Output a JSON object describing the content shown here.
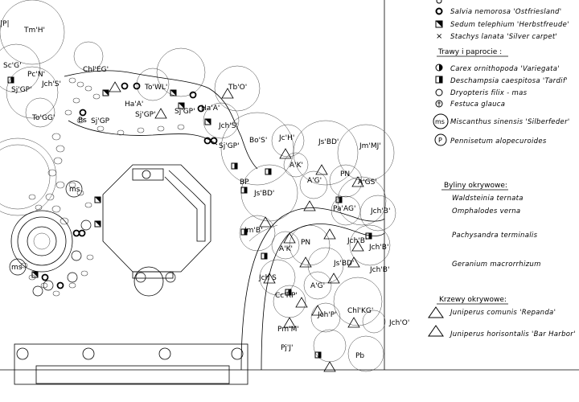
{
  "legend": {
    "top_items": [
      {
        "symbol": "bullet",
        "text": "Salvia nemorosa 'Ostfriesland'"
      },
      {
        "symbol": "half-square-icon",
        "text": "Sedum telephium 'Herbstfreude'"
      },
      {
        "symbol": "x-icon",
        "text": "Stachys lanata 'Silver carpet'"
      }
    ],
    "grasses_header": "Trawy i paprocie :",
    "grasses": [
      {
        "symbol": "half-circle-icon",
        "text": "Carex ornithopoda 'Variegata'"
      },
      {
        "symbol": "half-square-icon",
        "text": "Deschampsia caespitosa 'Tardif'"
      },
      {
        "symbol": "circle-icon",
        "text": "Dryopteris filix - mas"
      },
      {
        "symbol": "f-circle-icon",
        "text": "Festuca glauca"
      },
      {
        "symbol": "ms-icon",
        "symbol_text": "ms",
        "text": "Miscanthus sinensis 'Silberfeder'"
      },
      {
        "symbol": "p-icon",
        "symbol_text": "P",
        "text": "Pennisetum alopecuroides"
      }
    ],
    "ground_header": "Byliny okrywowe:",
    "ground": [
      "Waldsteinia ternata",
      "Omphalodes verna",
      "Pachysandra terminalis",
      "Geranium macrorrhizum"
    ],
    "shrubs_header": "Krzewy okrywowe:",
    "shrubs": [
      {
        "symbol": "triangle-icon",
        "text": "Juniperus comunis 'Repanda'"
      },
      {
        "symbol": "triangle-icon",
        "text": "Juniperus horisontalis 'Bar Harbor'"
      }
    ]
  },
  "labels": [
    {
      "id": "l1",
      "text": "|P|"
    },
    {
      "id": "l2",
      "text": "Tm'H'"
    },
    {
      "id": "l3",
      "text": "Sc'G'"
    },
    {
      "id": "l4",
      "text": "Pc'N'"
    },
    {
      "id": "l5",
      "text": "Sj'GP'"
    },
    {
      "id": "l6",
      "text": "Jch'S'"
    },
    {
      "id": "l7",
      "text": "To'GG'"
    },
    {
      "id": "l8",
      "text": "Chl'EG'"
    },
    {
      "id": "l9",
      "text": "To'WL'"
    },
    {
      "id": "l10",
      "text": "Tb'O'"
    },
    {
      "id": "l11",
      "text": "Ha'A'"
    },
    {
      "id": "l12",
      "text": "Sj'GP'"
    },
    {
      "id": "l13",
      "text": "Bs"
    },
    {
      "id": "l14",
      "text": "Sj'GP"
    },
    {
      "id": "l15",
      "text": "Sj'GP'"
    },
    {
      "id": "l16",
      "text": "Ha'A'"
    },
    {
      "id": "l17",
      "text": "Jch'S'"
    },
    {
      "id": "l18",
      "text": "Sj'GP'"
    },
    {
      "id": "l19",
      "text": "Bo'S'"
    },
    {
      "id": "l20",
      "text": "Jc'H'"
    },
    {
      "id": "l21",
      "text": "Js'BD'"
    },
    {
      "id": "l22",
      "text": "Jm'MJ'"
    },
    {
      "id": "l23",
      "text": "A'K'"
    },
    {
      "id": "l24",
      "text": "BP"
    },
    {
      "id": "l25",
      "text": "Js'BD'"
    },
    {
      "id": "l26",
      "text": "PN"
    },
    {
      "id": "l27",
      "text": "A'G'"
    },
    {
      "id": "l28",
      "text": "A'GS'"
    },
    {
      "id": "l29",
      "text": "Pa'AG'"
    },
    {
      "id": "l30",
      "text": "Jch'B'"
    },
    {
      "id": "l31",
      "text": "Jm'B'"
    },
    {
      "id": "l32",
      "text": "PN"
    },
    {
      "id": "l33",
      "text": "Jch'B'"
    },
    {
      "id": "l34",
      "text": "Jch'B'"
    },
    {
      "id": "l35",
      "text": "A'K'"
    },
    {
      "id": "l36",
      "text": "Js'BD'"
    },
    {
      "id": "l37",
      "text": "Jch'B'"
    },
    {
      "id": "l38",
      "text": "Jch S"
    },
    {
      "id": "l39",
      "text": "A'G'"
    },
    {
      "id": "l40",
      "text": "Cc'RP'"
    },
    {
      "id": "l41",
      "text": "Chl'KG'"
    },
    {
      "id": "l42",
      "text": "Jch'P'"
    },
    {
      "id": "l43",
      "text": "Jch'O'"
    },
    {
      "id": "l44",
      "text": "Pm'M'"
    },
    {
      "id": "l45",
      "text": "Pj'J'"
    },
    {
      "id": "l46",
      "text": "Pb"
    },
    {
      "id": "l47",
      "text": "ms"
    },
    {
      "id": "l48",
      "text": "ms"
    }
  ]
}
